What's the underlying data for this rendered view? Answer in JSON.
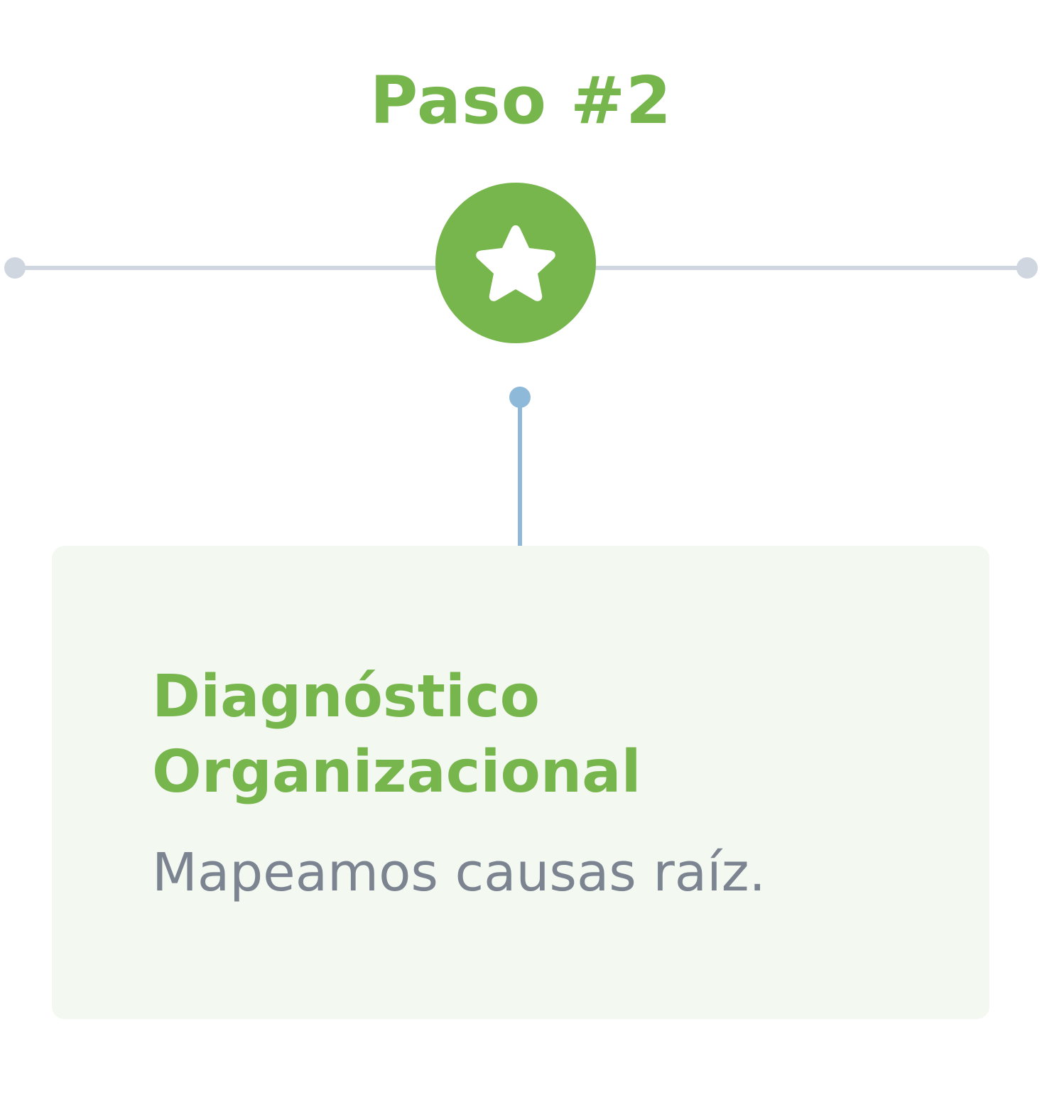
{
  "step": {
    "label": "Paso #2"
  },
  "timeline": {
    "icon": "star-icon"
  },
  "card": {
    "title_line1": "Diagnóstico",
    "title_line2": "Organizacional",
    "description": "Mapeamos causas raíz."
  },
  "colors": {
    "accent_green": "#77b64d",
    "line_gray": "#cfd6df",
    "connector_blue": "#8fb9d9",
    "card_background": "#f3f8f1",
    "text_gray": "#7b8490"
  }
}
